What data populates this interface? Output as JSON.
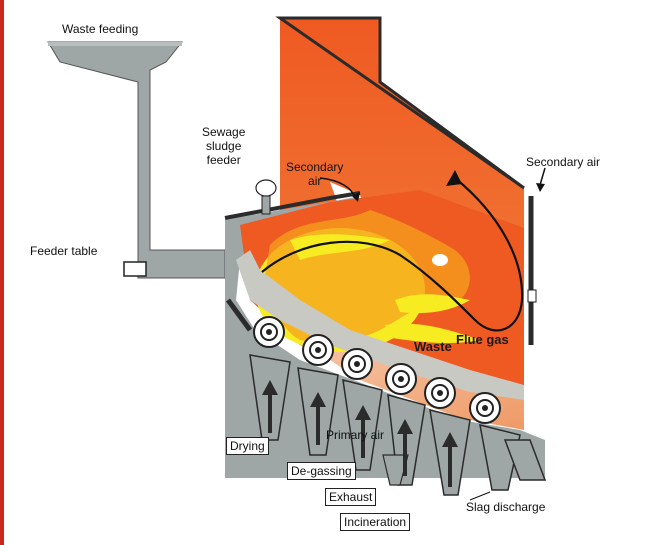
{
  "diagram": {
    "labels": {
      "waste_feeding": "Waste feeding",
      "sewage_sludge_feeder": "Sewage\nsludge\nfeeder",
      "secondary_air_left": "Secondary\nair",
      "secondary_air_right": "Secondary air",
      "feeder_table": "Feeder table",
      "waste": "Waste",
      "flue_gas": "Flue gas",
      "primary_air": "Primary air",
      "drying": "Drying",
      "de_gassing": "De-gassing",
      "exhaust": "Exhaust",
      "incineration": "Incineration",
      "slag_discharge": "Slag discharge"
    },
    "colors": {
      "steel": "#9ea7a6",
      "steel_dark": "#2b2b2b",
      "flue": "#ef5a22",
      "flame": "#f7ec22",
      "flame_orange": "#f6a21e",
      "border": "#c8281e"
    },
    "grate_roller_count": 6,
    "air_arrow_count": 5
  }
}
